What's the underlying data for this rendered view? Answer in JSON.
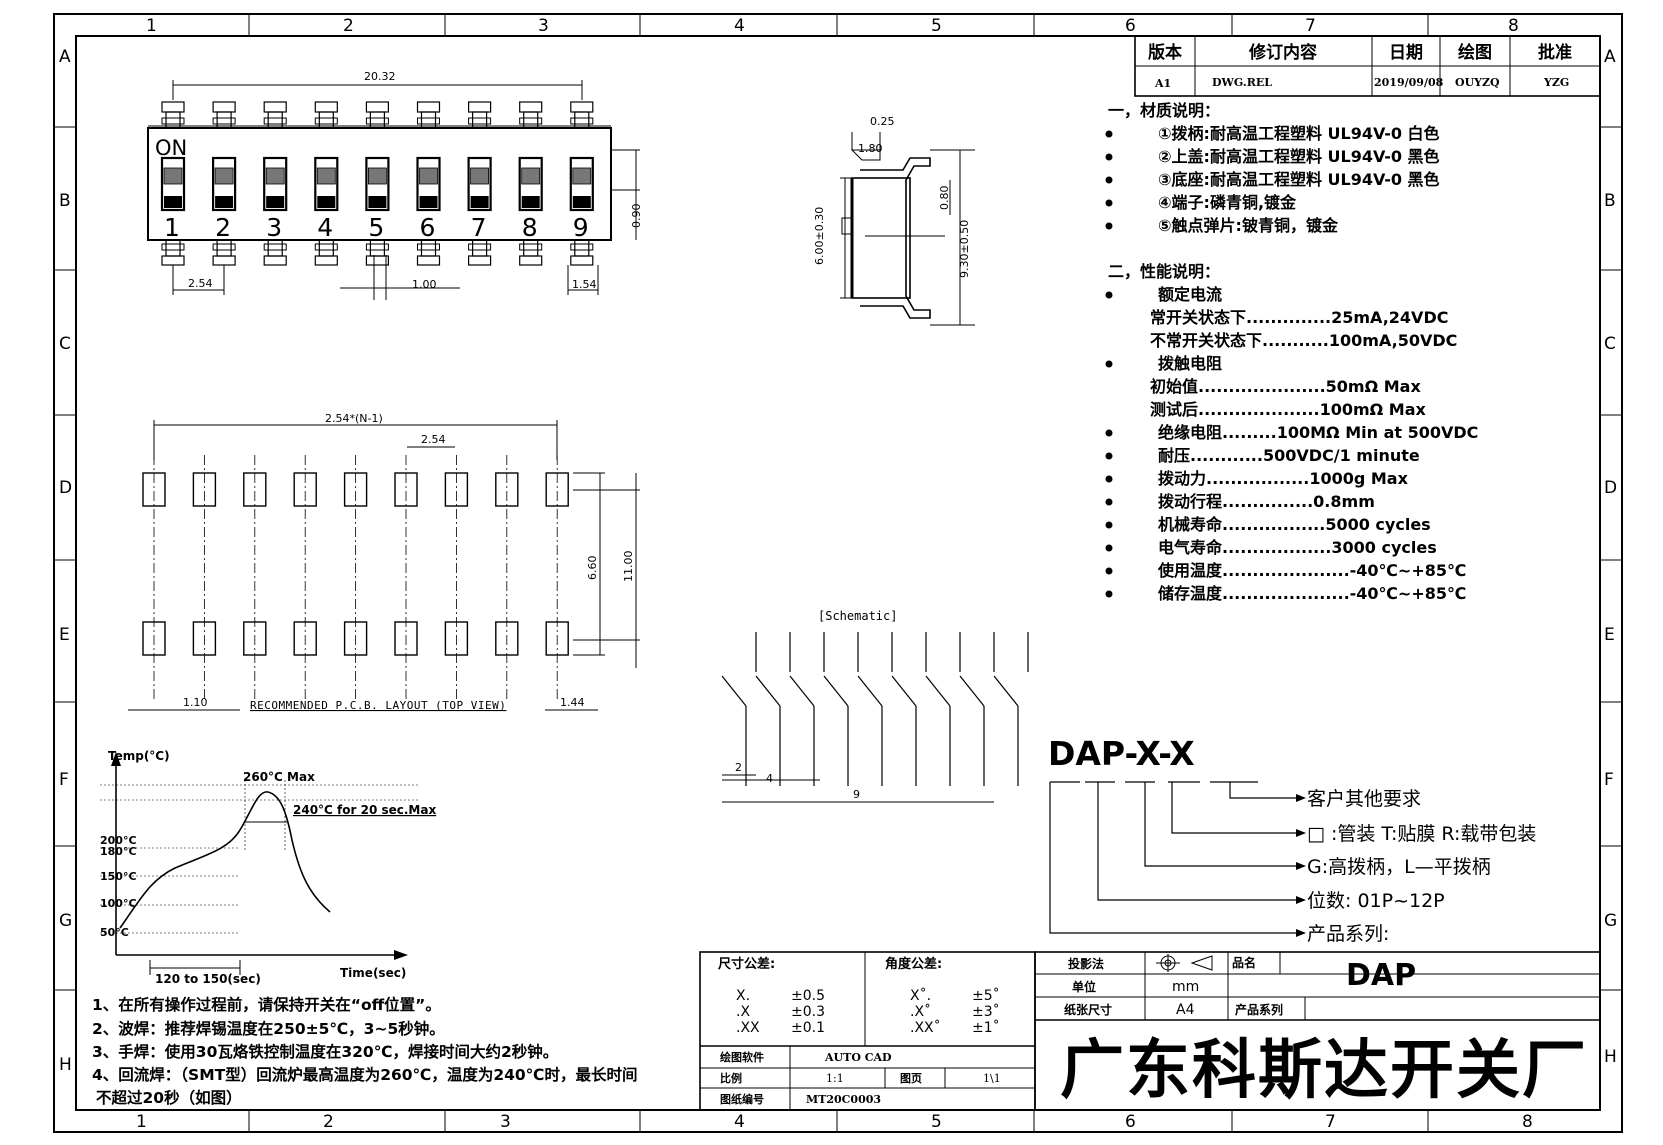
{
  "border": {
    "cols": [
      "1",
      "2",
      "3",
      "4",
      "5",
      "6",
      "7",
      "8"
    ],
    "rows": [
      "A",
      "B",
      "C",
      "D",
      "E",
      "F",
      "G",
      "H"
    ]
  },
  "revision_table": {
    "headers": [
      "版本",
      "修订内容",
      "日期",
      "绘图",
      "批准"
    ],
    "row": [
      "A1",
      "DWG.REL",
      "2019/09/08",
      "OUYZQ",
      "YZG"
    ]
  },
  "top_view": {
    "on_label": "ON",
    "positions": [
      "1",
      "2",
      "3",
      "4",
      "5",
      "6",
      "7",
      "8",
      "9"
    ],
    "dim_total": "20.32",
    "dim_pitch": "2.54",
    "dim_gap": "1.00",
    "dim_end": "1.54",
    "dim_height": "0.90"
  },
  "side_view": {
    "dim_a": "0.25",
    "dim_b": "1.80",
    "dim_c": "0.80",
    "dim_d": "6.00±0.30",
    "dim_e": "9.30±0.50"
  },
  "pcb_layout": {
    "dim_total": "2.54*(N-1)",
    "dim_pitch": "2.54",
    "dim_inner": "6.60",
    "dim_outer": "11.00",
    "dim_left": "1.10",
    "dim_right": "1.44",
    "caption": "RECOMMENDED P.C.B. LAYOUT (TOP VIEW)"
  },
  "schematic": {
    "title": "[Schematic]",
    "dim_a": "2",
    "dim_b": "4",
    "dim_c": "9"
  },
  "reflow": {
    "ylabel": "Temp(°C)",
    "xlabel": "Time(sec)",
    "peak_label": "260°C Max",
    "hold_label": "240°C for 20 sec.Max",
    "ticks": [
      "200°C",
      "180°C",
      "150°C",
      "100°C",
      "50°C"
    ],
    "duration_label": "120 to 150(sec)"
  },
  "materials": {
    "heading": "一，材质说明：",
    "items": [
      "①拨柄:耐高温工程塑料 UL94V-0 白色",
      "②上盖:耐高温工程塑料 UL94V-0 黑色",
      "③底座:耐高温工程塑料 UL94V-0 黑色",
      "④端子:磷青铜,镀金",
      "⑤触点弹片:铍青铜，镀金"
    ]
  },
  "performance": {
    "heading": "二，性能说明：",
    "lines": [
      {
        "bullet": true,
        "indent": 1,
        "text": "额定电流"
      },
      {
        "bullet": false,
        "indent": 0,
        "text": "常开关状态下..............25mA,24VDC"
      },
      {
        "bullet": false,
        "indent": 0,
        "text": "不常开关状态下...........100mA,50VDC"
      },
      {
        "bullet": true,
        "indent": 1,
        "text": "拨触电阻"
      },
      {
        "bullet": false,
        "indent": 0,
        "text": "初始值.....................50mΩ  Max"
      },
      {
        "bullet": false,
        "indent": 0,
        "text": "测试后....................100mΩ  Max"
      },
      {
        "bullet": true,
        "indent": 1,
        "text": "绝缘电阻.........100MΩ  Min at 500VDC"
      },
      {
        "bullet": true,
        "indent": 1,
        "text": "耐压............500VDC/1 minute"
      },
      {
        "bullet": true,
        "indent": 1,
        "text": "拨动力.................1000g Max"
      },
      {
        "bullet": true,
        "indent": 1,
        "text": "拨动行程...............0.8mm"
      },
      {
        "bullet": true,
        "indent": 1,
        "text": "机械寿命.................5000 cycles"
      },
      {
        "bullet": true,
        "indent": 1,
        "text": "电气寿命..................3000 cycles"
      },
      {
        "bullet": true,
        "indent": 1,
        "text": "使用温度.....................-40℃~+85℃"
      },
      {
        "bullet": true,
        "indent": 1,
        "text": "储存温度.....................-40℃~+85℃"
      }
    ]
  },
  "part_code": {
    "code": "DAP-X-X",
    "options": [
      "客户其他要求",
      "□ :管装  T:贴膜   R:载带包装",
      "G:高拨柄，L—平拨柄",
      "位数: 01P~12P",
      "产品系列:"
    ]
  },
  "notes": [
    "1、在所有操作过程前，请保持开关在“off位置”。",
    "2、波焊：推荐焊锡温度在250±5℃，3~5秒钟。",
    "3、手焊：使用30瓦烙铁控制温度在320℃，焊接时间大约2秒钟。",
    "4、回流焊：（SMT型）回流炉最高温度为260℃，温度为240℃时，最长时间",
    "不超过20秒（如图）"
  ],
  "tolerance": {
    "dim_title": "尺寸公差:",
    "dim_rows": [
      [
        "X.",
        "±0.5"
      ],
      [
        ".X",
        "±0.3"
      ],
      [
        ".XX",
        "±0.1"
      ]
    ],
    "ang_title": "角度公差:",
    "ang_rows": [
      [
        "X˚.",
        "±5˚"
      ],
      [
        ".X˚",
        "±3˚"
      ],
      [
        ".XX˚",
        "±1˚"
      ]
    ]
  },
  "title_block": {
    "projection_label": "投影法",
    "unit_label": "单位",
    "unit_value": "mm",
    "paper_label": "纸张尺寸",
    "paper_value": "A4",
    "part_label": "品名",
    "part_value": "DAP",
    "series_label": "产品系列",
    "software_label": "绘图软件",
    "software_value": "AUTO CAD",
    "scale_label": "比例",
    "scale_value": "1:1",
    "page_label": "图页",
    "page_value": "1\\1",
    "dwg_label": "图纸编号",
    "dwg_value": "MT20C0003",
    "company": "广东科斯达开关厂"
  }
}
